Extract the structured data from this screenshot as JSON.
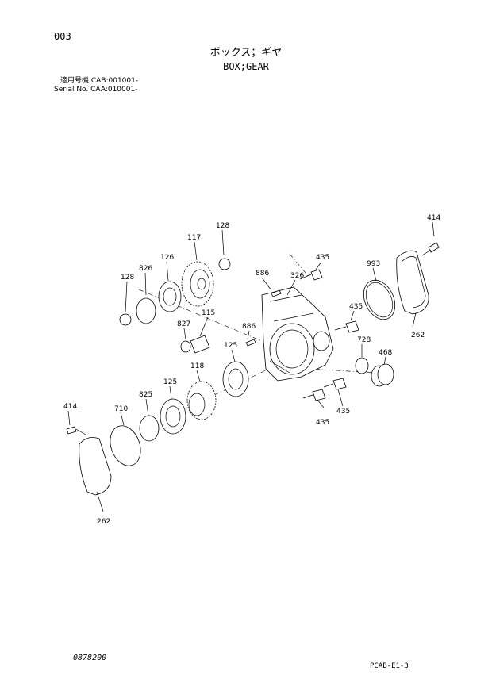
{
  "header": {
    "page_no": "003",
    "title_jp": "ボックス；ギヤ",
    "title_en": "BOX;GEAR",
    "serial_line1": "適用号機 CAB:001001-",
    "serial_line2": "Serial No. CAA:010001-"
  },
  "footer": {
    "doc_no": "0878200",
    "page_code": "PCAB-E1-3"
  },
  "callouts": {
    "c414_top": "414",
    "c128_top": "128",
    "c117": "117",
    "c126": "126",
    "c826": "826",
    "c128_left": "128",
    "c435_top": "435",
    "c886_top": "886",
    "c326": "326",
    "c993": "993",
    "c262_right": "262",
    "c435_mid": "435",
    "c827": "827",
    "c115": "115",
    "c886_mid": "886",
    "c728": "728",
    "c468": "468",
    "c125_mid": "125",
    "c118": "118",
    "c125_low": "125",
    "c825": "825",
    "c710": "710",
    "c414_left": "414",
    "c435_low": "435",
    "c435_low2": "435",
    "c262_left": "262"
  }
}
